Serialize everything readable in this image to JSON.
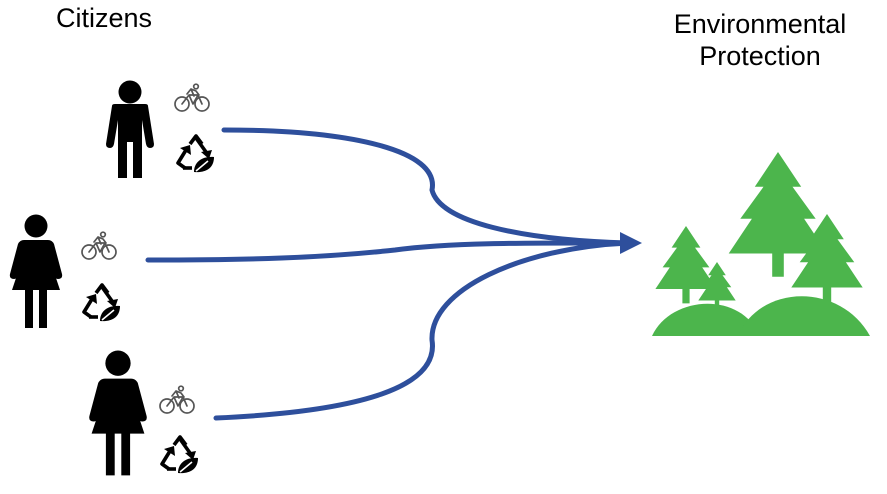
{
  "left_title": "Citizens",
  "right_title_lines": [
    "Environmental",
    "Protection"
  ],
  "colors": {
    "arrow": "#2e4f9c",
    "tree": "#4cb54c",
    "person": "#000000",
    "bike": "#555555"
  },
  "citizens": [
    {
      "figure": "man-icon",
      "activities": [
        "bicycle-icon",
        "recycle-leaf-icon"
      ]
    },
    {
      "figure": "woman-icon",
      "activities": [
        "bicycle-icon",
        "recycle-leaf-icon"
      ]
    },
    {
      "figure": "woman-icon",
      "activities": [
        "bicycle-icon",
        "recycle-leaf-icon"
      ]
    }
  ],
  "target_icon": "forest-icon"
}
